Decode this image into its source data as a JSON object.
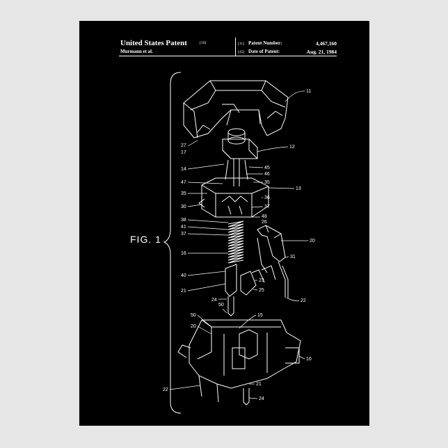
{
  "header": {
    "title": "United States Patent",
    "title_code": "[19]",
    "inventor": "Murmann et al.",
    "patent_number_code": "[11]",
    "patent_number_label": "Patent Number:",
    "patent_number": "4,467,160",
    "date_code": "[45]",
    "date_label": "Date of Patent:",
    "date": "Aug. 21, 1984"
  },
  "figure": {
    "label": "FIG. 1"
  },
  "reference_numerals": [
    "11",
    "27",
    "17",
    "12",
    "14",
    "45",
    "46",
    "47",
    "35",
    "13",
    "35",
    "36",
    "30",
    "37",
    "38",
    "48",
    "26",
    "41",
    "37",
    "20",
    "16",
    "31",
    "40",
    "23",
    "25",
    "21",
    "22",
    "24",
    "50",
    "15",
    "50",
    "20",
    "10",
    "22",
    "21",
    "24"
  ],
  "colors": {
    "poster_background": "#000000",
    "frame": "#e6e6e6",
    "line_art": "#ffffff"
  }
}
